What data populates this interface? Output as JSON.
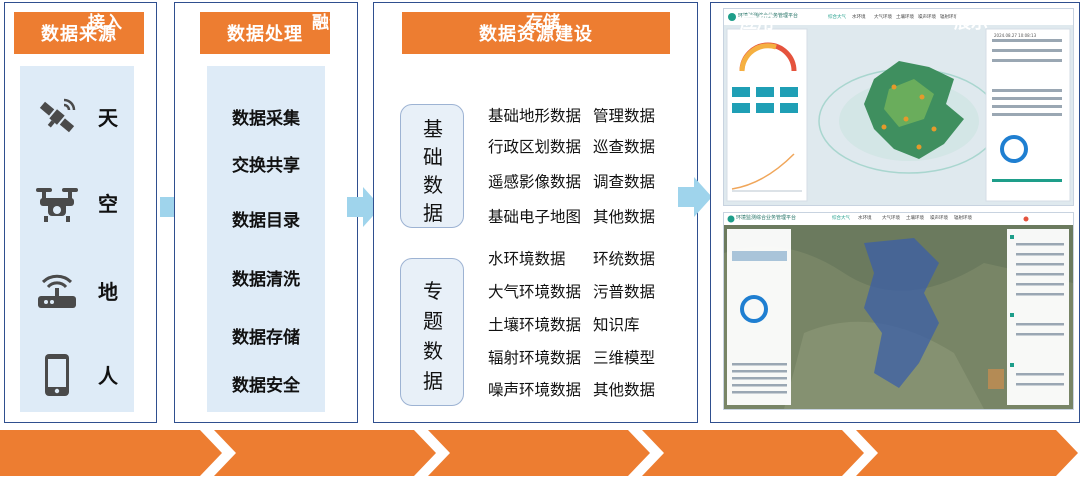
{
  "colors": {
    "accent": "#ed7d31",
    "panel_fill": "#deebf7",
    "arrow": "#9fd4ec",
    "border": "#2f4f8f"
  },
  "data_source": {
    "title": "数据来源",
    "items": [
      {
        "label": "天",
        "icon": "satellite-icon"
      },
      {
        "label": "空",
        "icon": "drone-icon"
      },
      {
        "label": "地",
        "icon": "router-icon"
      },
      {
        "label": "人",
        "icon": "smartphone-icon"
      }
    ]
  },
  "data_processing": {
    "title": "数据处理",
    "items": [
      "数据采集",
      "交换共享",
      "数据目录",
      "数据清洗",
      "数据存储",
      "数据安全"
    ]
  },
  "data_resource": {
    "title": "数据资源建设",
    "basic": {
      "label_chars": [
        "基",
        "础",
        "数",
        "据"
      ],
      "col1": [
        "基础地形数据",
        "行政区划数据",
        "遥感影像数据",
        "基础电子地图"
      ],
      "col2": [
        "管理数据",
        "巡查数据",
        "调查数据",
        "其他数据"
      ]
    },
    "thematic": {
      "label_chars": [
        "专",
        "题",
        "数",
        "据"
      ],
      "col1": [
        "水环境数据",
        "大气环境数据",
        "土壤环境数据",
        "辐射环境数据",
        "噪声环境数据"
      ],
      "col2": [
        "环统数据",
        "污普数据",
        "知识库",
        "三维模型",
        "其他数据"
      ]
    }
  },
  "application_screens": {
    "top": {
      "title": "环境监测综合业务管理平台",
      "tabs": [
        "综合大气",
        "水环境",
        "大气环境",
        "土壤环境",
        "噪声环境",
        "辐射环境"
      ],
      "date": "2024.08.27 10:08:13"
    },
    "bottom": {
      "title": "环境监测综合业务管理平台",
      "tabs": [
        "综合大气",
        "水环境",
        "大气环境",
        "土壤环境",
        "噪声环境",
        "辐射环境"
      ]
    }
  },
  "flow": [
    "接入",
    "融合",
    "存储",
    "应用",
    "展示"
  ]
}
